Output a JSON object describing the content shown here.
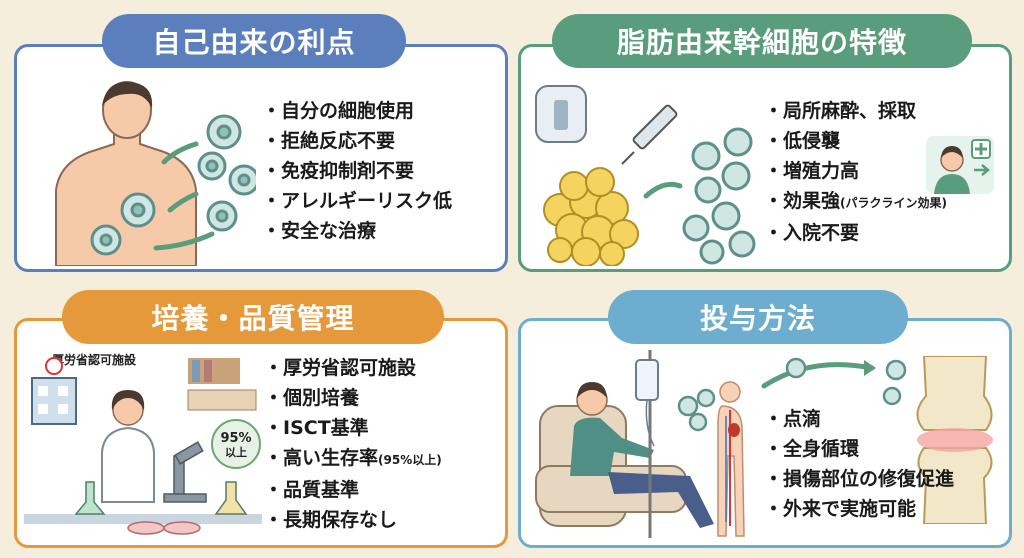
{
  "panels": {
    "autologous": {
      "title": "自己由来の利点",
      "items": [
        "自分の細胞使用",
        "拒絶反応不要",
        "免疫抑制剤不要",
        "アレルギーリスク低",
        "安全な治療"
      ]
    },
    "adipose": {
      "title": "脂肪由来幹細胞の特徴",
      "items": [
        "局所麻酔、採取",
        "低侵襲",
        "増殖力高"
      ],
      "item_effect_main": "効果強",
      "item_effect_note": "(パラクライン効果)",
      "item_last": "入院不要"
    },
    "culture": {
      "title": "培養・品質管理",
      "facility_label": "厚労省認可施設",
      "badge_value": "95%",
      "badge_sub": "以上",
      "items_a": [
        "厚労省認可施設",
        "個別培養",
        "ISCT基準"
      ],
      "item_survival_main": "高い生存率",
      "item_survival_note": "(95%以上)",
      "items_b": [
        "品質基準",
        "長期保存なし"
      ]
    },
    "administration": {
      "title": "投与方法",
      "items": [
        "点滴",
        "全身循環",
        "損傷部位の修復促進",
        "外来で実施可能"
      ]
    }
  },
  "colors": {
    "blue": "#5b7fbd",
    "green": "#5a9d7c",
    "orange": "#e6993b",
    "lightblue": "#6daed0",
    "background": "#f6eedd"
  }
}
